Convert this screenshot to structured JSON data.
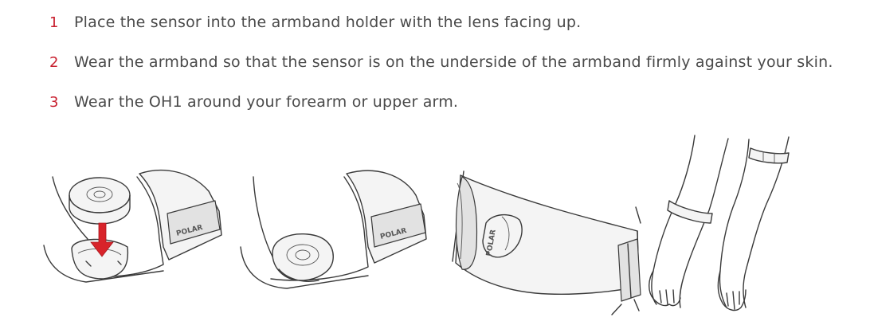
{
  "steps": [
    {
      "number": "1",
      "text": "Place the sensor into the armband holder with the lens facing up."
    },
    {
      "number": "2",
      "text": "Wear the armband so that the sensor is on the underside of the armband firmly against your skin."
    },
    {
      "number": "3",
      "text": "Wear the OH1 around your forearm or upper arm."
    }
  ],
  "colors": {
    "step_number": "#c8202f",
    "step_text": "#4a4a4a",
    "arrow": "#d8232a",
    "line": "#3a3a3a"
  },
  "brand_mark": "POLAR"
}
